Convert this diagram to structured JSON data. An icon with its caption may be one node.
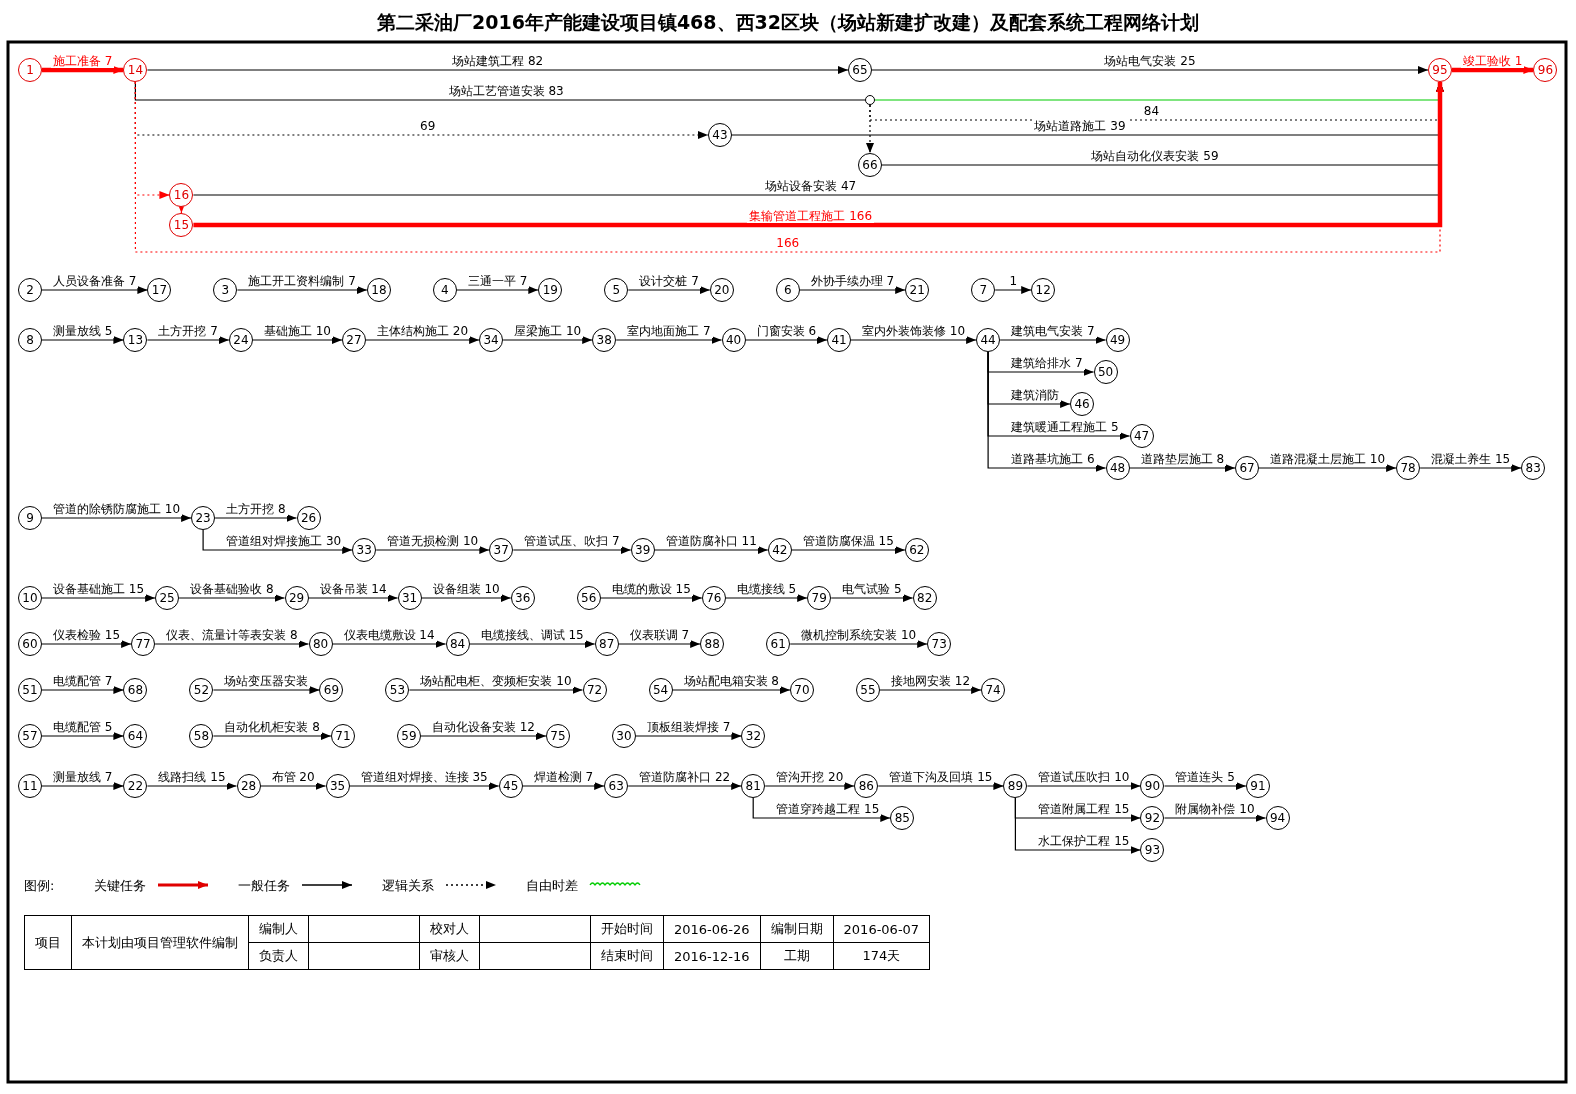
{
  "diagram": {
    "title": "第二采油厂2016年产能建设项目镇468、西32区块（场站新建扩改建）及配套系统工程网络计划",
    "nodes": [
      {
        "text": [
          "1"
        ]
      },
      {
        "text": [
          "2"
        ]
      },
      {
        "text": [
          "3"
        ]
      },
      {
        "text": [
          "4"
        ]
      },
      {
        "text": [
          "5"
        ]
      },
      {
        "text": [
          "6"
        ]
      },
      {
        "text": [
          "7"
        ]
      },
      {
        "text": [
          "8"
        ]
      },
      {
        "text": [
          "9"
        ]
      },
      {
        "text": [
          "10"
        ]
      },
      {
        "text": [
          "11"
        ]
      },
      {
        "text": [
          "12"
        ]
      },
      {
        "text": [
          "13"
        ]
      },
      {
        "text": [
          "14"
        ]
      },
      {
        "text": [
          "15"
        ]
      },
      {
        "text": [
          "16"
        ]
      },
      {
        "text": [
          "17"
        ]
      },
      {
        "text": [
          "18"
        ]
      },
      {
        "text": [
          "19"
        ]
      },
      {
        "text": [
          "20"
        ]
      },
      {
        "text": [
          "21"
        ]
      },
      {
        "text": [
          "22"
        ]
      },
      {
        "text": [
          "23"
        ]
      },
      {
        "text": [
          "24"
        ]
      },
      {
        "text": [
          "25"
        ]
      },
      {
        "text": [
          "26"
        ]
      },
      {
        "text": [
          "27"
        ]
      },
      {
        "text": [
          "28"
        ]
      },
      {
        "text": [
          "29"
        ]
      },
      {
        "text": [
          "30"
        ]
      },
      {
        "text": [
          "31"
        ]
      },
      {
        "text": [
          "32"
        ]
      },
      {
        "text": [
          "33"
        ]
      },
      {
        "text": [
          "34"
        ]
      },
      {
        "text": [
          "35"
        ]
      },
      {
        "text": [
          "36"
        ]
      },
      {
        "text": [
          "37"
        ]
      },
      {
        "text": [
          "38"
        ]
      },
      {
        "text": [
          "39"
        ]
      },
      {
        "text": [
          "40"
        ]
      },
      {
        "text": [
          "41"
        ]
      },
      {
        "text": [
          "42"
        ]
      },
      {
        "text": [
          "43"
        ]
      },
      {
        "text": [
          "44"
        ]
      },
      {
        "text": [
          "45"
        ]
      },
      {
        "text": [
          "46"
        ]
      },
      {
        "text": [
          "47"
        ]
      },
      {
        "text": [
          "48"
        ]
      },
      {
        "text": [
          "49"
        ]
      },
      {
        "text": [
          "50"
        ]
      },
      {
        "text": [
          "51"
        ]
      },
      {
        "text": [
          "52"
        ]
      },
      {
        "text": [
          "53"
        ]
      },
      {
        "text": [
          "54"
        ]
      },
      {
        "text": [
          "55"
        ]
      },
      {
        "text": [
          "56"
        ]
      },
      {
        "text": [
          "57"
        ]
      },
      {
        "text": [
          "58"
        ]
      },
      {
        "text": [
          "59"
        ]
      },
      {
        "text": [
          "60"
        ]
      },
      {
        "text": [
          "61"
        ]
      },
      {
        "text": [
          "62"
        ]
      },
      {
        "text": [
          "63"
        ]
      },
      {
        "text": [
          "64"
        ]
      },
      {
        "text": [
          "65"
        ]
      },
      {
        "text": [
          "66"
        ]
      },
      {
        "text": [
          "67"
        ]
      },
      {
        "text": [
          "68"
        ]
      },
      {
        "text": [
          "69"
        ]
      },
      {
        "text": [
          "70"
        ]
      },
      {
        "text": [
          "71"
        ]
      },
      {
        "text": [
          "72"
        ]
      },
      {
        "text": [
          "73"
        ]
      },
      {
        "text": [
          "74"
        ]
      },
      {
        "text": [
          "75"
        ]
      },
      {
        "text": [
          "76"
        ]
      },
      {
        "text": [
          "77"
        ]
      },
      {
        "text": [
          "78"
        ]
      },
      {
        "text": [
          "79"
        ]
      },
      {
        "text": [
          "80"
        ]
      },
      {
        "text": [
          "81"
        ]
      },
      {
        "text": [
          "82"
        ]
      },
      {
        "text": [
          "83"
        ]
      },
      {
        "text": [
          "84"
        ]
      },
      {
        "text": [
          "85"
        ]
      },
      {
        "text": [
          "86"
        ]
      },
      {
        "text": [
          "87"
        ]
      },
      {
        "text": [
          "88"
        ]
      },
      {
        "text": [
          "89"
        ]
      },
      {
        "text": [
          "90"
        ]
      },
      {
        "text": [
          "91"
        ]
      },
      {
        "text": [
          "92"
        ]
      },
      {
        "text": [
          "93"
        ]
      },
      {
        "text": [
          "94"
        ]
      },
      {
        "text": [
          "95"
        ]
      },
      {
        "text": [
          "96"
        ]
      },
      {
        "text": [],
        "shape": "circle"
      }
    ],
    "edges": [
      {
        "from": 0,
        "to": 13,
        "arrow": "to",
        "label": "施工准备 7",
        "style": "thick",
        "color": "#ff0000"
      },
      {
        "from": 13,
        "to": 64,
        "arrow": "to",
        "label": "场站建筑工程 82"
      },
      {
        "from": 64,
        "to": 94,
        "arrow": "to",
        "label": "场站电气安装 25"
      },
      {
        "from": 13,
        "to": 96,
        "arrow": "none",
        "label": "场站工艺管道安装 83"
      },
      {
        "from": 96,
        "to": 94,
        "arrow": "to",
        "color": "#00cc00"
      },
      {
        "from": 13,
        "to": 42,
        "arrow": "to",
        "label": "69",
        "style": "dashed"
      },
      {
        "from": 96,
        "to": 65,
        "arrow": "to",
        "style": "dashed"
      },
      {
        "from": 96,
        "to": 94,
        "arrow": "to",
        "label": "84",
        "style": "dashed"
      },
      {
        "from": 42,
        "to": 94,
        "arrow": "to",
        "label": "场站道路施工 39"
      },
      {
        "from": 65,
        "to": 94,
        "arrow": "to",
        "label": "场站自动化仪表安装 59"
      },
      {
        "from": 13,
        "to": 15,
        "arrow": "to",
        "style": "dashed",
        "color": "#ff0000"
      },
      {
        "from": 15,
        "to": 14,
        "arrow": "to",
        "style": "dashed",
        "color": "#ff0000"
      },
      {
        "from": 13,
        "to": 94,
        "arrow": "to",
        "label": "166",
        "style": "dashed",
        "color": "#ff0000"
      },
      {
        "from": 15,
        "to": 94,
        "arrow": "to",
        "label": "场站设备安装 47"
      },
      {
        "from": 14,
        "to": 94,
        "arrow": "to",
        "label": "集输管道工程施工 166",
        "style": "thick",
        "color": "#ff0000"
      },
      {
        "from": 94,
        "to": 95,
        "arrow": "to",
        "label": "竣工验收 1",
        "style": "thick",
        "color": "#ff0000"
      },
      {
        "from": 1,
        "to": 16,
        "arrow": "to",
        "label": "人员设备准备 7"
      },
      {
        "from": 2,
        "to": 17,
        "arrow": "to",
        "label": "施工开工资料编制 7"
      },
      {
        "from": 3,
        "to": 18,
        "arrow": "to",
        "label": "三通一平 7"
      },
      {
        "from": 4,
        "to": 19,
        "arrow": "to",
        "label": "设计交桩 7"
      },
      {
        "from": 5,
        "to": 20,
        "arrow": "to",
        "label": "外协手续办理 7"
      },
      {
        "from": 7,
        "to": 12,
        "arrow": "to",
        "label": "测量放线 5"
      },
      {
        "from": 12,
        "to": 23,
        "arrow": "to",
        "label": "土方开挖 7"
      },
      {
        "from": 23,
        "to": 26,
        "arrow": "to",
        "label": "基础施工 10"
      },
      {
        "from": 26,
        "to": 33,
        "arrow": "to",
        "label": "主体结构施工 20"
      },
      {
        "from": 33,
        "to": 37,
        "arrow": "to",
        "label": "屋梁施工 10"
      },
      {
        "from": 37,
        "to": 39,
        "arrow": "to",
        "label": "室内地面施工 7"
      },
      {
        "from": 39,
        "to": 40,
        "arrow": "to",
        "label": "门窗安装 6"
      },
      {
        "from": 40,
        "to": 43,
        "arrow": "to",
        "label": "室内外装饰装修 10"
      },
      {
        "from": 43,
        "to": 48,
        "arrow": "to",
        "label": "建筑电气安装 7"
      },
      {
        "from": 43,
        "to": 49,
        "arrow": "to",
        "label": "建筑给排水 7"
      },
      {
        "from": 43,
        "to": 45,
        "arrow": "to",
        "label": "建筑消防"
      },
      {
        "from": 43,
        "to": 46,
        "arrow": "to",
        "label": "建筑暖通工程施工 5"
      },
      {
        "from": 43,
        "to": 47,
        "arrow": "to",
        "label": "道路基坑施工 6"
      },
      {
        "from": 47,
        "to": 66,
        "arrow": "to",
        "label": "道路垫层施工 8"
      },
      {
        "from": 66,
        "to": 77,
        "arrow": "to",
        "label": "道路混凝土层施工 10"
      },
      {
        "from": 77,
        "to": 82,
        "arrow": "to",
        "label": "混凝土养生 15"
      },
      {
        "from": 8,
        "to": 22,
        "arrow": "to",
        "label": "管道的除锈防腐施工 10"
      },
      {
        "from": 22,
        "to": 25,
        "arrow": "to",
        "label": "土方开挖 8"
      },
      {
        "from": 22,
        "to": 32,
        "arrow": "to",
        "label": "管道组对焊接施工 30"
      },
      {
        "from": 32,
        "to": 36,
        "arrow": "to",
        "label": "管道无损检测 10"
      },
      {
        "from": 36,
        "to": 38,
        "arrow": "to",
        "label": "管道试压、吹扫 7"
      },
      {
        "from": 38,
        "to": 41,
        "arrow": "to",
        "label": "管道防腐补口 11"
      },
      {
        "from": 41,
        "to": 61,
        "arrow": "to",
        "label": "管道防腐保温 15"
      },
      {
        "from": 9,
        "to": 24,
        "arrow": "to",
        "label": "设备基础施工 15"
      },
      {
        "from": 24,
        "to": 28,
        "arrow": "to",
        "label": "设备基础验收 8"
      },
      {
        "from": 28,
        "to": 30,
        "arrow": "to",
        "label": "设备吊装 14"
      },
      {
        "from": 30,
        "to": 35,
        "arrow": "to",
        "label": "设备组装 10"
      },
      {
        "from": 50,
        "to": 67,
        "arrow": "to",
        "label": "电缆配管 7"
      },
      {
        "from": 51,
        "to": 68,
        "arrow": "to",
        "label": "场站变压器安装"
      },
      {
        "from": 52,
        "to": 71,
        "arrow": "to",
        "label": "场站配电柜、变频柜安装 10"
      },
      {
        "from": 53,
        "to": 69,
        "arrow": "to",
        "label": "场站配电箱安装 8"
      },
      {
        "from": 54,
        "to": 73,
        "arrow": "to",
        "label": "接地网安装 12"
      },
      {
        "from": 55,
        "to": 75,
        "arrow": "to",
        "label": "电缆的敷设 15"
      },
      {
        "from": 75,
        "to": 78,
        "arrow": "to",
        "label": "电缆接线 5"
      },
      {
        "from": 78,
        "to": 81,
        "arrow": "to",
        "label": "电气试验 5"
      },
      {
        "from": 56,
        "to": 63,
        "arrow": "to",
        "label": "电缆配管 5"
      },
      {
        "from": 57,
        "to": 70,
        "arrow": "to",
        "label": "自动化机柜安装 8"
      },
      {
        "from": 58,
        "to": 74,
        "arrow": "to",
        "label": "自动化设备安装 12"
      },
      {
        "from": 59,
        "to": 76,
        "arrow": "to",
        "label": "仪表检验 15"
      },
      {
        "from": 76,
        "to": 79,
        "arrow": "to",
        "label": "仪表、流量计等表安装 8"
      },
      {
        "from": 79,
        "to": 83,
        "arrow": "to",
        "label": "仪表电缆敷设 14"
      },
      {
        "from": 83,
        "to": 86,
        "arrow": "to",
        "label": "电缆接线、调试 15"
      },
      {
        "from": 86,
        "to": 87,
        "arrow": "to",
        "label": "仪表联调 7"
      },
      {
        "from": 60,
        "to": 72,
        "arrow": "to",
        "label": "微机控制系统安装 10"
      },
      {
        "from": 29,
        "to": 31,
        "arrow": "to",
        "label": "顶板组装焊接 7"
      },
      {
        "from": 10,
        "to": 21,
        "arrow": "to",
        "label": "测量放线 7"
      },
      {
        "from": 21,
        "to": 27,
        "arrow": "to",
        "label": "线路扫线 15"
      },
      {
        "from": 27,
        "to": 34,
        "arrow": "to",
        "label": "布管 20"
      },
      {
        "from": 34,
        "to": 44,
        "arrow": "to",
        "label": "管道组对焊接、连接 35"
      },
      {
        "from": 44,
        "to": 62,
        "arrow": "to",
        "label": "焊道检测 7"
      },
      {
        "from": 62,
        "to": 80,
        "arrow": "to",
        "label": "管道防腐补口 22"
      },
      {
        "from": 80,
        "to": 85,
        "arrow": "to",
        "label": "管沟开挖 20"
      },
      {
        "from": 80,
        "to": 84,
        "arrow": "to",
        "label": "管道穿跨越工程 15"
      },
      {
        "from": 85,
        "to": 88,
        "arrow": "to",
        "label": "管道下沟及回填 15"
      },
      {
        "from": 88,
        "to": 89,
        "arrow": "to",
        "label": "管道试压吹扫 10"
      },
      {
        "from": 89,
        "to": 90,
        "arrow": "to",
        "label": "管道连头 5"
      },
      {
        "from": 88,
        "to": 91,
        "arrow": "to",
        "label": "管道附属工程 15"
      },
      {
        "from": 91,
        "to": 93,
        "arrow": "to",
        "label": "附属物补偿 10"
      },
      {
        "from": 88,
        "to": 92,
        "arrow": "to",
        "label": "水工保护工程 15"
      },
      {
        "from": 6,
        "to": 11,
        "arrow": "to",
        "label": "1"
      }
    ],
    "labels": [
      "图例:",
      "项目",
      "本计划由项目管理软件编制",
      "编制人",
      "校对人",
      "开始时间",
      "2016-06-26",
      "编制日期",
      "2016-06-07",
      "负责人",
      "审核人",
      "结束时间",
      "2016-12-16",
      "工期",
      "174天"
    ],
    "legend": [
      {
        "text": "关键任务"
      },
      {
        "text": "一般任务"
      },
      {
        "text": "逻辑关系"
      },
      {
        "text": "自由时差"
      }
    ]
  }
}
